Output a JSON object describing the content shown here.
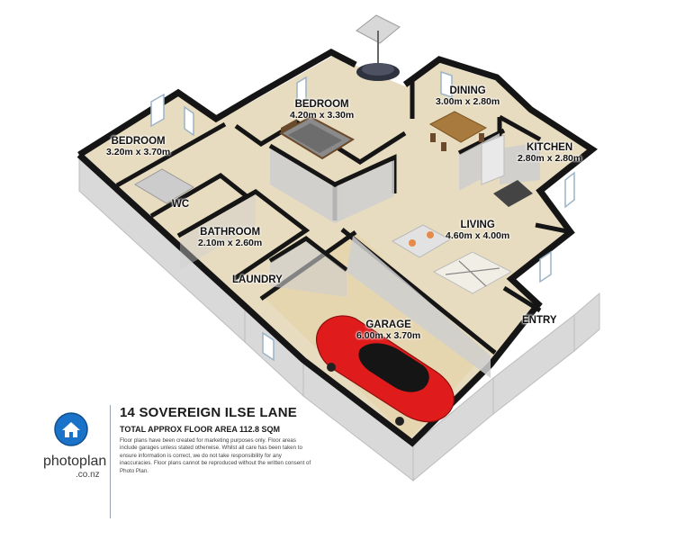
{
  "rooms": {
    "bedroom1": {
      "name": "BEDROOM",
      "dims": "3.20m x 3.70m"
    },
    "bedroom2": {
      "name": "BEDROOM",
      "dims": "4.20m x 3.30m"
    },
    "dining": {
      "name": "DINING",
      "dims": "3.00m x 2.80m"
    },
    "kitchen": {
      "name": "KITCHEN",
      "dims": "2.80m x 2.80m"
    },
    "wc": {
      "name": "WC"
    },
    "bathroom": {
      "name": "BATHROOM",
      "dims": "2.10m x 2.60m"
    },
    "living": {
      "name": "LIVING",
      "dims": "4.60m x 4.00m"
    },
    "laundry": {
      "name": "LAUNDRY"
    },
    "garage": {
      "name": "GARAGE",
      "dims": "6.00m x 3.70m"
    },
    "entry": {
      "name": "ENTRY"
    }
  },
  "legend": {
    "address": "14 SOVEREIGN ILSE LANE",
    "total_area": "TOTAL APPROX FLOOR AREA 112.8 SQM",
    "disclaimer": "Floor plans have been created for marketing purposes only. Floor areas include garages unless stated otherwise. Whilst all care has been taken to ensure information is correct, we do not take responsibility for any inaccuracies. Floor plans cannot be reproduced without the written consent of Photo Plan."
  },
  "brand": {
    "name": "photoplan",
    "domain": ".co.nz",
    "logo_icon": "house-icon"
  },
  "colors": {
    "floor": "#e8dcc0",
    "wall_top": "#151515",
    "wall_side": "#d9d9d9",
    "car": "#e01b1b",
    "logo_blue": "#1a73c9"
  }
}
